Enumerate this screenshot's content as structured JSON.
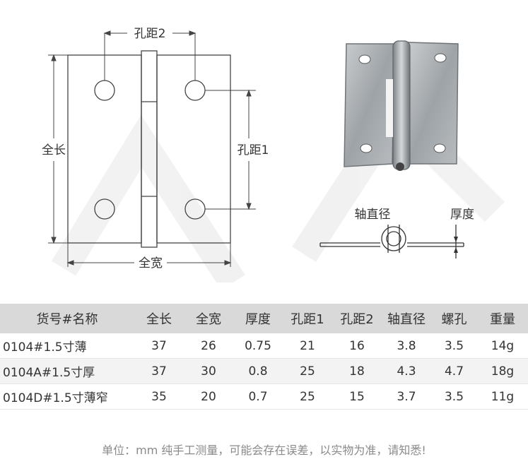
{
  "diagram": {
    "hole_spacing_2": "孔距2",
    "hole_spacing_1": "孔距1",
    "total_length": "全长",
    "total_width": "全宽",
    "axis_diameter": "轴直径",
    "thickness": "厚度"
  },
  "table": {
    "headers": [
      "货号#名称",
      "全长",
      "全宽",
      "厚度",
      "孔距1",
      "孔距2",
      "轴直径",
      "螺孔",
      "重量"
    ],
    "rows": [
      [
        "0104#1.5寸薄",
        "37",
        "26",
        "0.75",
        "21",
        "16",
        "3.8",
        "3.5",
        "14g"
      ],
      [
        "0104A#1.5寸厚",
        "37",
        "30",
        "0.8",
        "25",
        "18",
        "4.3",
        "4.7",
        "18g"
      ],
      [
        "0104D#1.5寸薄窄",
        "35",
        "20",
        "0.7",
        "25",
        "15",
        "3.7",
        "3.5",
        "11g"
      ]
    ]
  },
  "note": "单位：mm    纯手工测量，可能会存在误差，以实物为准，请知悉!"
}
